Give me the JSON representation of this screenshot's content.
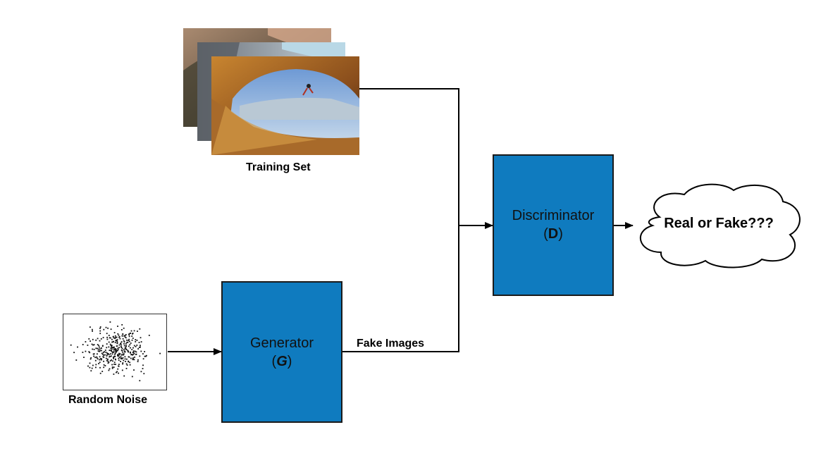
{
  "training_set": {
    "label": "Training Set"
  },
  "random_noise": {
    "label": "Random Noise"
  },
  "generator": {
    "title": "Generator",
    "symbol_open": "(",
    "symbol": "G",
    "symbol_close": ")"
  },
  "discriminator": {
    "title": "Discriminator",
    "symbol_open": "(",
    "symbol": "D",
    "symbol_close": ")"
  },
  "edges": {
    "fake_images": "Fake Images"
  },
  "output": {
    "text": "Real or Fake???"
  },
  "colors": {
    "block_fill": "#0f7bbf",
    "stroke": "#000000",
    "cloud_fill": "#ffffff"
  }
}
